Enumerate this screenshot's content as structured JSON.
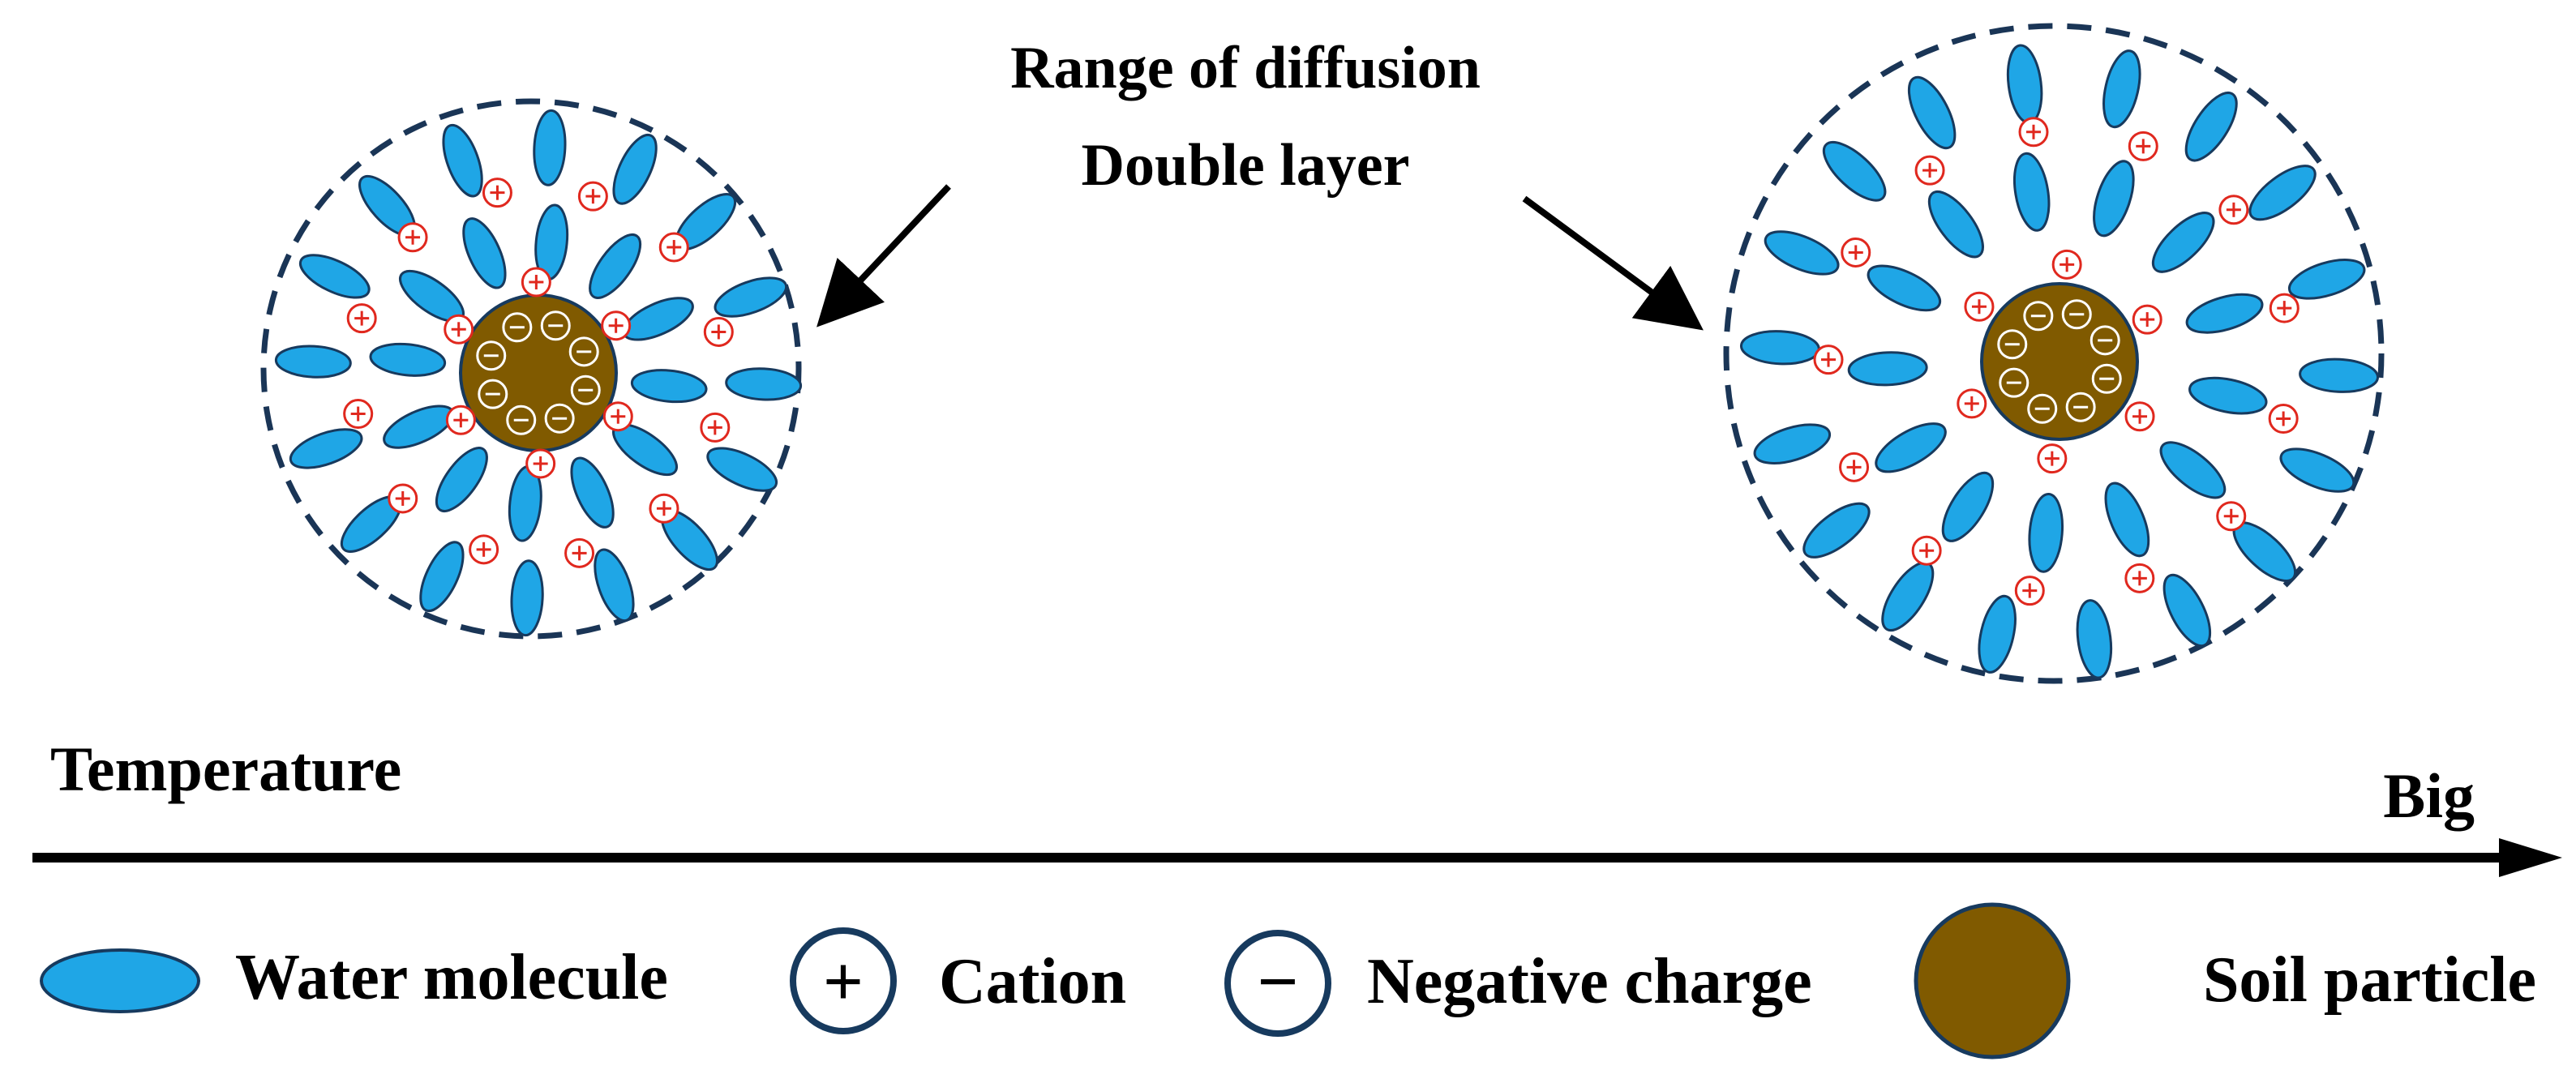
{
  "annotation": {
    "line1": "Range of diffusion",
    "line2": "Double layer"
  },
  "axis": {
    "label": "Temperature",
    "end_label": "Big"
  },
  "legend": {
    "water": "Water molecule",
    "cation": "Cation",
    "negative": "Negative charge",
    "soil": "Soil particle"
  },
  "symbols": {
    "plus": "+",
    "minus": "−"
  },
  "colors": {
    "water_fill": "#1FA6E6",
    "water_stroke": "#173A5E",
    "soil_fill": "#805A00",
    "soil_stroke": "#173A5E",
    "cation": "#E0281E",
    "boundary": "#1A3556",
    "legend_ring": "#173A5E"
  },
  "icons": [
    "water-molecule-icon",
    "cation-icon",
    "negative-charge-icon",
    "soil-particle-icon",
    "arrow-icon"
  ]
}
